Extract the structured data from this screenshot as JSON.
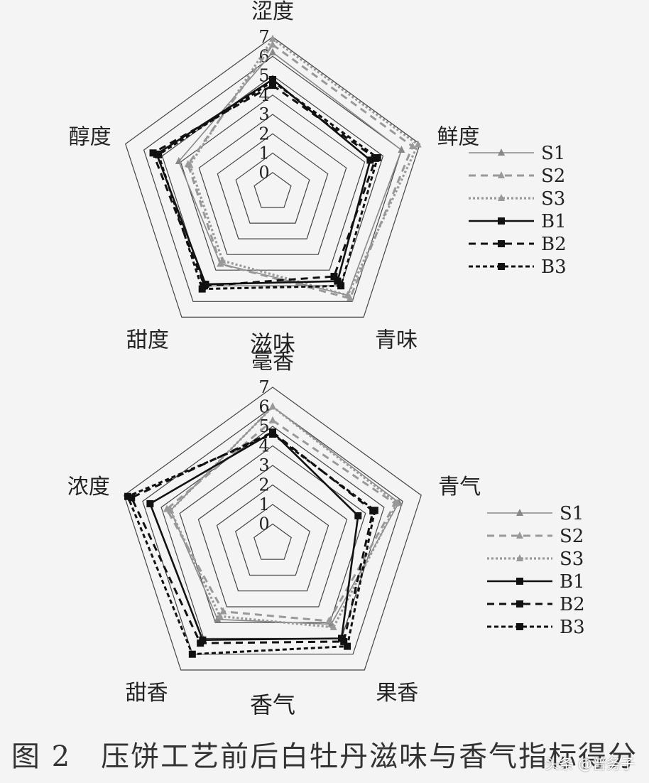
{
  "figure_caption": "图 2　压饼工艺前后白牡丹滋味与香气指标得分",
  "watermark": "头条 @普务子",
  "chart_data": [
    {
      "type": "radar",
      "title": "滋味",
      "axes": [
        "涩度",
        "鲜度",
        "青味",
        "甜度",
        "醇度"
      ],
      "ticks": [
        0,
        1,
        2,
        3,
        4,
        5,
        6,
        7
      ],
      "range": [
        0,
        7
      ],
      "legend_position": "right",
      "series": [
        {
          "name": "S1",
          "values": [
            6.2,
            6.0,
            5.6,
            3.6,
            4.1
          ],
          "style": "solid-thin",
          "marker": "triangle",
          "color": "#888888"
        },
        {
          "name": "S2",
          "values": [
            6.6,
            6.6,
            5.8,
            3.6,
            3.6
          ],
          "style": "dashed",
          "marker": "triangle",
          "color": "#999999"
        },
        {
          "name": "S3",
          "values": [
            6.9,
            6.9,
            5.6,
            3.4,
            3.5
          ],
          "style": "dotted-thick",
          "marker": "triangle",
          "color": "#999999"
        },
        {
          "name": "B1",
          "values": [
            4.8,
            4.3,
            4.7,
            4.9,
            5.3
          ],
          "style": "solid",
          "marker": "square",
          "color": "#111111"
        },
        {
          "name": "B2",
          "values": [
            4.5,
            4.6,
            4.4,
            5.0,
            5.5
          ],
          "style": "dashed",
          "marker": "square",
          "color": "#111111"
        },
        {
          "name": "B3",
          "values": [
            4.7,
            4.7,
            5.0,
            5.2,
            5.2
          ],
          "style": "dotted",
          "marker": "square",
          "color": "#111111"
        }
      ]
    },
    {
      "type": "radar",
      "title": "香气",
      "axes": [
        "毫香",
        "青气",
        "果香",
        "甜香",
        "浓度"
      ],
      "ticks": [
        0,
        1,
        2,
        3,
        4,
        5,
        6,
        7
      ],
      "range": [
        0,
        7
      ],
      "legend_position": "right",
      "series": [
        {
          "name": "S1",
          "values": [
            6.0,
            5.8,
            4.1,
            3.8,
            4.5
          ],
          "style": "solid-thin",
          "marker": "triangle",
          "color": "#888888"
        },
        {
          "name": "S2",
          "values": [
            5.3,
            5.6,
            3.9,
            3.3,
            4.7
          ],
          "style": "dashed",
          "marker": "triangle",
          "color": "#999999"
        },
        {
          "name": "S3",
          "values": [
            6.0,
            5.7,
            4.3,
            3.6,
            4.5
          ],
          "style": "dotted-thick",
          "marker": "triangle",
          "color": "#999999"
        },
        {
          "name": "B1",
          "values": [
            4.7,
            3.6,
            5.0,
            5.1,
            5.6
          ],
          "style": "solid",
          "marker": "square",
          "color": "#111111"
        },
        {
          "name": "B2",
          "values": [
            4.7,
            4.4,
            5.2,
            5.3,
            6.6
          ],
          "style": "dashed",
          "marker": "square",
          "color": "#111111"
        },
        {
          "name": "B3",
          "values": [
            4.6,
            4.5,
            5.5,
            6.0,
            6.8
          ],
          "style": "dotted",
          "marker": "square",
          "color": "#111111"
        }
      ]
    }
  ]
}
